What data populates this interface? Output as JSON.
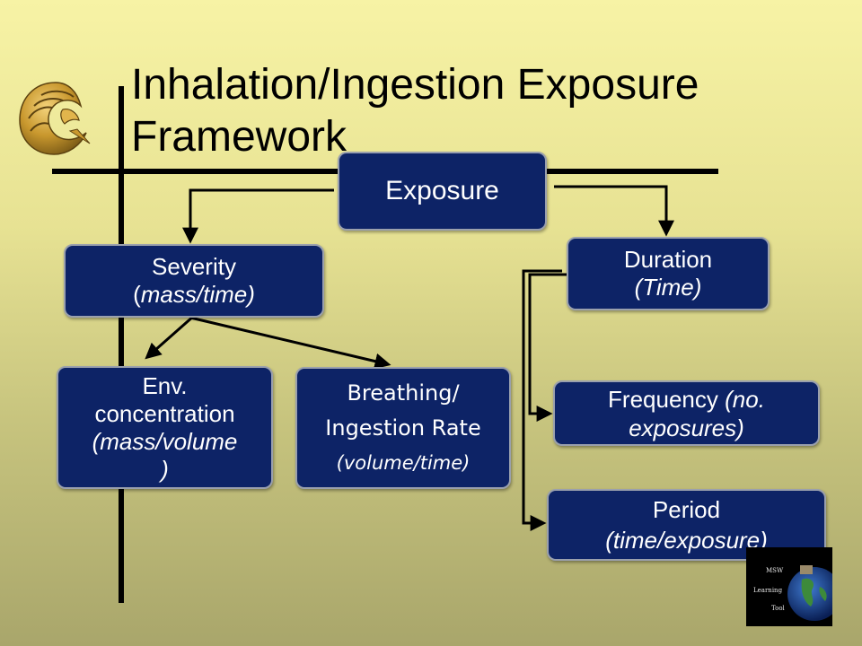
{
  "title": "Inhalation/Ingestion Exposure Framework",
  "boxes": {
    "exposure": {
      "line1": "Exposure"
    },
    "severity": {
      "line1": "Severity",
      "line2_open": "(",
      "line2_italic": "mass/time)"
    },
    "duration": {
      "line1": "Duration",
      "line2": "(Time)"
    },
    "env": {
      "line1": "Env.",
      "line2": "concentration",
      "line3": "(mass/volume",
      "line4": ")"
    },
    "breathing": {
      "line1": "Breathing/",
      "line2": "Ingestion Rate",
      "line3": "(volume/time)"
    },
    "frequency": {
      "line1_plain": "Frequency ",
      "line1_italic": "(no.",
      "line2": "exposures)"
    },
    "period": {
      "line1": "Period",
      "line2": "(time/exposure)"
    }
  },
  "badge": {
    "line1": "MSW",
    "line2": "Learning",
    "line3": "Tool"
  },
  "colors": {
    "box_fill": "#0d2366",
    "box_border": "#9aa0ad",
    "background_top": "#f7f3a5",
    "background_bottom": "#a9a66b"
  }
}
